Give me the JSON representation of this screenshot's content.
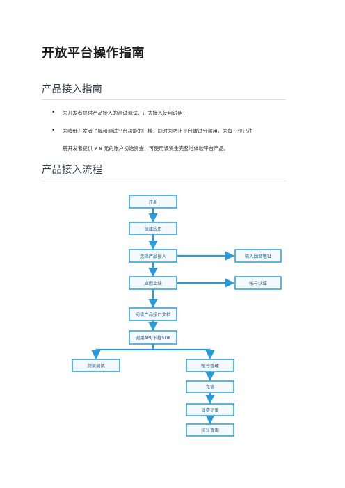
{
  "document": {
    "title": "开放平台操作指南",
    "section1": {
      "heading": "产品接入指南",
      "bullets": [
        "为开发者提供产品接入的测试调试、正式接入使用说明；",
        "为降低开发者了解和测试平台功能的门槛，同时为防止平台被过分滥用，为每一位已注",
        "册开发者提供  ¥ 8 元的账户初始资金，可使用该资金完整地体验平台产品。"
      ]
    },
    "section2": {
      "heading": "产品接入流程"
    }
  },
  "flowchart": {
    "nodes": {
      "register": "注册",
      "create_app": "创建应用",
      "select_product": "选择产品接入",
      "input_callback": "输入回调地址",
      "app_online": "应用上线",
      "account_verify": "帐号认证",
      "read_docs": "阅读产品接口文档",
      "call_api": "调用API/下载SDK",
      "test_debug": "测试调试",
      "account_manage": "帐号管理",
      "recharge": "充值",
      "consume_record": "消费记录",
      "stats_query": "统计查询"
    },
    "colors": {
      "node_border": "#35a3db",
      "node_fill": "#f4f9fd",
      "arrow": "#2b9bd8",
      "text": "#2a5a85"
    }
  }
}
